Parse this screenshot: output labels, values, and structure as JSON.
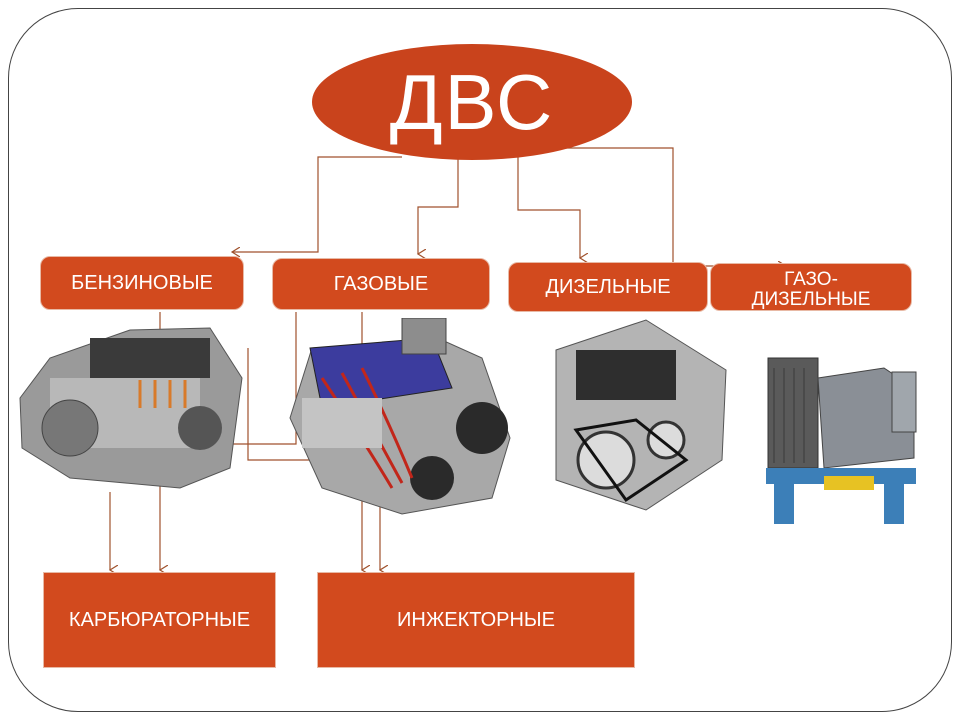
{
  "root": {
    "label": "ДВС"
  },
  "types": [
    {
      "label": "БЕНЗИНОВЫЕ"
    },
    {
      "label": "ГАЗОВЫЕ"
    },
    {
      "label": "ДИЗЕЛЬНЫЕ"
    },
    {
      "label": "ГАЗО-ДИЗЕЛЬНЫЕ"
    }
  ],
  "subtypes": [
    {
      "label": "КАРБЮРАТОРНЫЕ"
    },
    {
      "label": "ИНЖЕКТОРНЫЕ"
    }
  ],
  "colors": {
    "box_fill": "#d24a1e",
    "root_fill": "#c9431c",
    "connector": "#a0522d"
  }
}
